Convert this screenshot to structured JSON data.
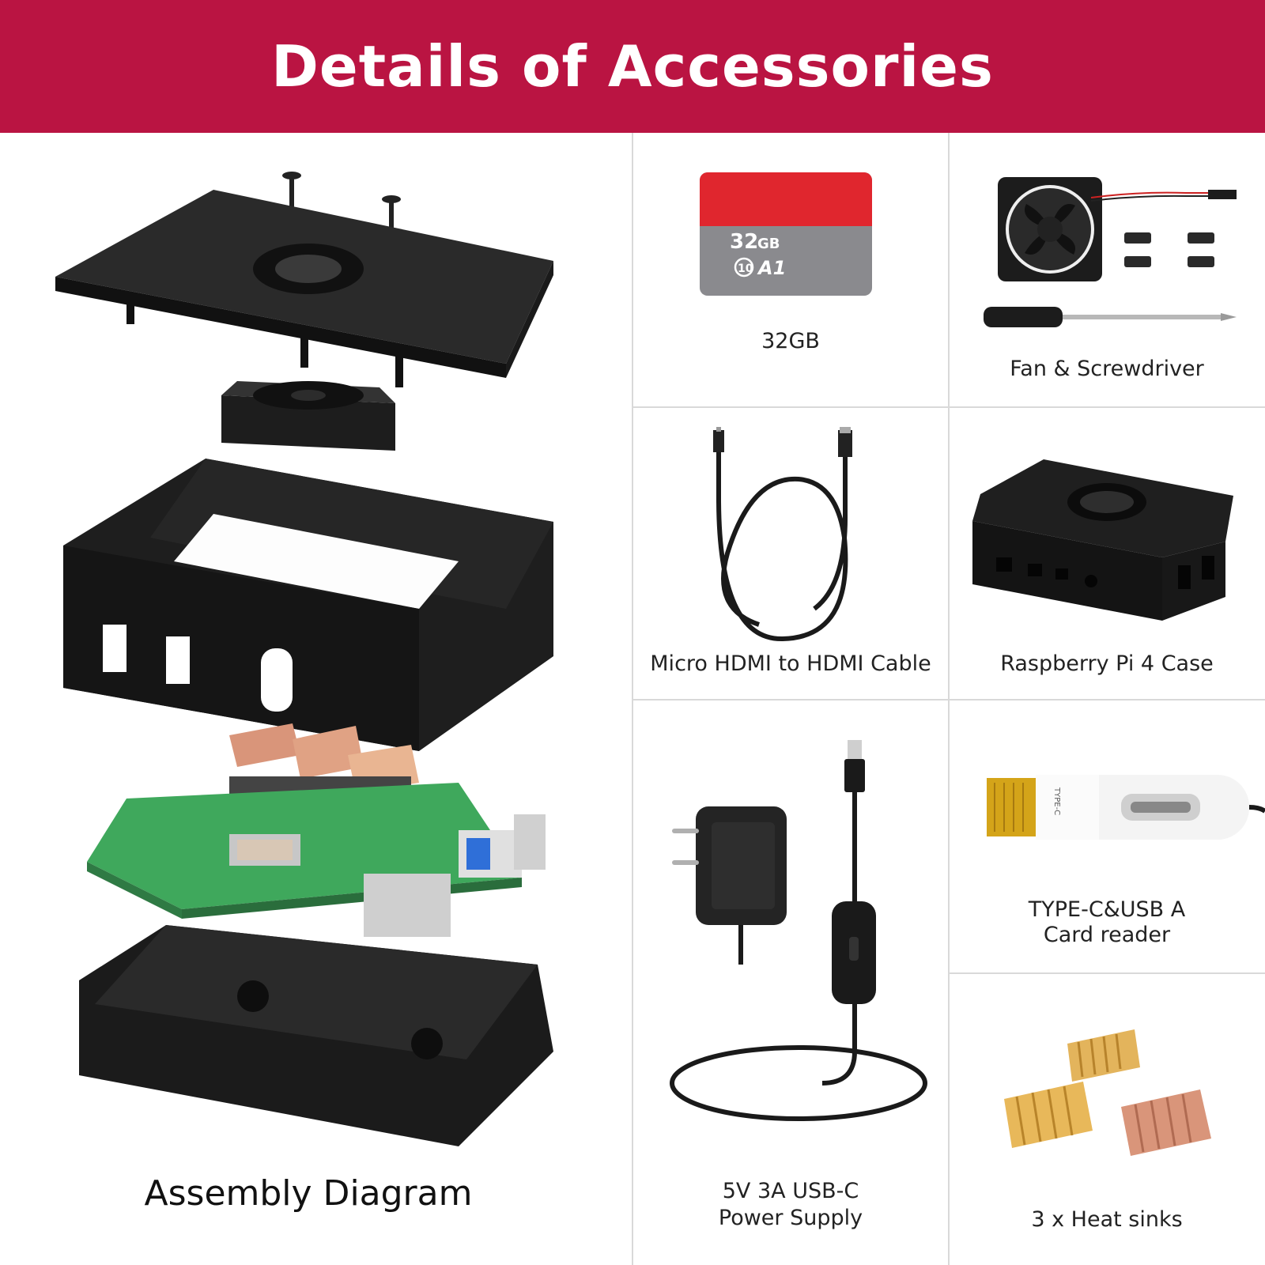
{
  "banner": {
    "title": "Details of Accessories",
    "color": "#ba1442"
  },
  "assembly": {
    "label": "Assembly Diagram"
  },
  "sd_card": {
    "label": "32GB",
    "card_capacity": "32",
    "card_unit": "GB",
    "card_class": "10",
    "card_rating": "A1",
    "card_color": "#e0262e"
  },
  "fan_kit": {
    "label": "Fan & Screwdriver"
  },
  "hdmi_cable": {
    "label": "Micro HDMI to HDMI Cable"
  },
  "case": {
    "label": "Raspberry Pi 4 Case"
  },
  "power_supply": {
    "label_line1": "5V 3A USB-C",
    "label_line2": "Power Supply"
  },
  "card_reader": {
    "label_line1": "TYPE-C&USB A",
    "label_line2": "Card reader",
    "body_text": "TYPE-C"
  },
  "heat_sinks": {
    "label": "3 x Heat sinks",
    "gold_color": "#e3b45c",
    "copper_color": "#d9957a"
  },
  "board": {
    "pcb_color": "#3fa85c"
  }
}
